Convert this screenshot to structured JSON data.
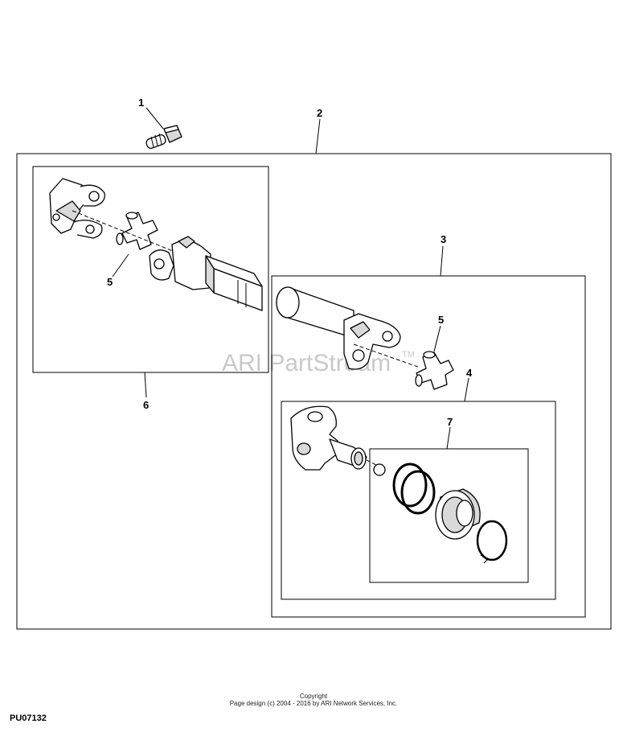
{
  "watermark": {
    "text": "ARI PartStream",
    "tm": "TM"
  },
  "callouts": [
    {
      "id": "c1",
      "label": "1"
    },
    {
      "id": "c2",
      "label": "2"
    },
    {
      "id": "c3",
      "label": "3"
    },
    {
      "id": "c4",
      "label": "4"
    },
    {
      "id": "c5a",
      "label": "5"
    },
    {
      "id": "c5b",
      "label": "5"
    },
    {
      "id": "c6",
      "label": "6"
    },
    {
      "id": "c7",
      "label": "7"
    }
  ],
  "footer": {
    "copyright_line1": "Copyright",
    "copyright_line2": "Page design (c) 2004 - 2016 by ARI Network Services, Inc.",
    "diagram_code": "PU07132"
  }
}
